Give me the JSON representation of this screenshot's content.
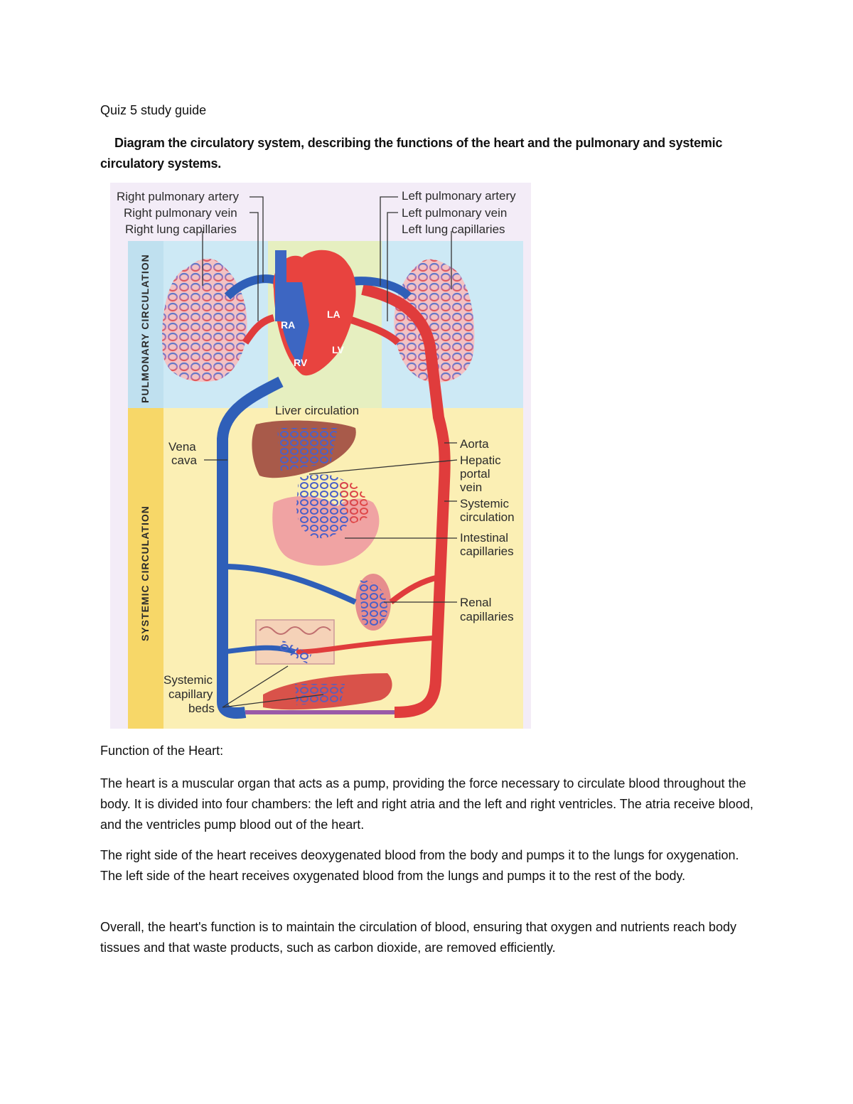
{
  "document": {
    "title": "Quiz 5 study guide",
    "heading": "Diagram the circulatory system, describing the functions of the heart and the pulmonary and systemic circulatory systems."
  },
  "diagram": {
    "side_labels": {
      "pulmonary": "PULMONARY CIRCULATION",
      "systemic": "SYSTEMIC CIRCULATION"
    },
    "labels": {
      "right_pulmonary_artery": "Right pulmonary artery",
      "right_pulmonary_vein": "Right pulmonary vein",
      "right_lung_capillaries": "Right lung capillaries",
      "left_pulmonary_artery": "Left pulmonary artery",
      "left_pulmonary_vein": "Left pulmonary vein",
      "left_lung_capillaries": "Left lung capillaries",
      "liver_circulation": "Liver circulation",
      "vena_cava_1": "Vena",
      "vena_cava_2": "cava",
      "aorta": "Aorta",
      "hepatic_1": "Hepatic",
      "hepatic_2": "portal",
      "hepatic_3": "vein",
      "systemic_circ_1": "Systemic",
      "systemic_circ_2": "circulation",
      "intestinal_1": "Intestinal",
      "intestinal_2": "capillaries",
      "renal_1": "Renal",
      "renal_2": "capillaries",
      "capillary_beds_1": "Systemic",
      "capillary_beds_2": "capillary",
      "capillary_beds_3": "beds"
    },
    "chambers": {
      "ra": "RA",
      "la": "LA",
      "rv": "RV",
      "lv": "LV"
    },
    "colors": {
      "pulmonary_bg": "#cde9f5",
      "systemic_bg": "#fbefb4",
      "side_bar": "#f7d768",
      "artery": "#e03c3c",
      "vein": "#2f5fb8"
    }
  },
  "sections": {
    "heart_function_label": "Function of the Heart:",
    "paragraphs": [
      "The heart is a muscular organ that acts as a pump, providing the force necessary to circulate blood throughout the body. It is divided into four chambers: the left and right atria and the left and right ventricles. The atria receive blood, and the ventricles pump blood out of the heart.",
      "The right side of the heart receives deoxygenated blood from the body and pumps it to the lungs for oxygenation. The left side of the heart receives oxygenated blood from the lungs and pumps it to the rest of the body.",
      "Overall, the heart's function is to maintain the circulation of blood, ensuring that oxygen and nutrients reach body tissues and that waste products, such as carbon dioxide, are removed efficiently."
    ]
  }
}
